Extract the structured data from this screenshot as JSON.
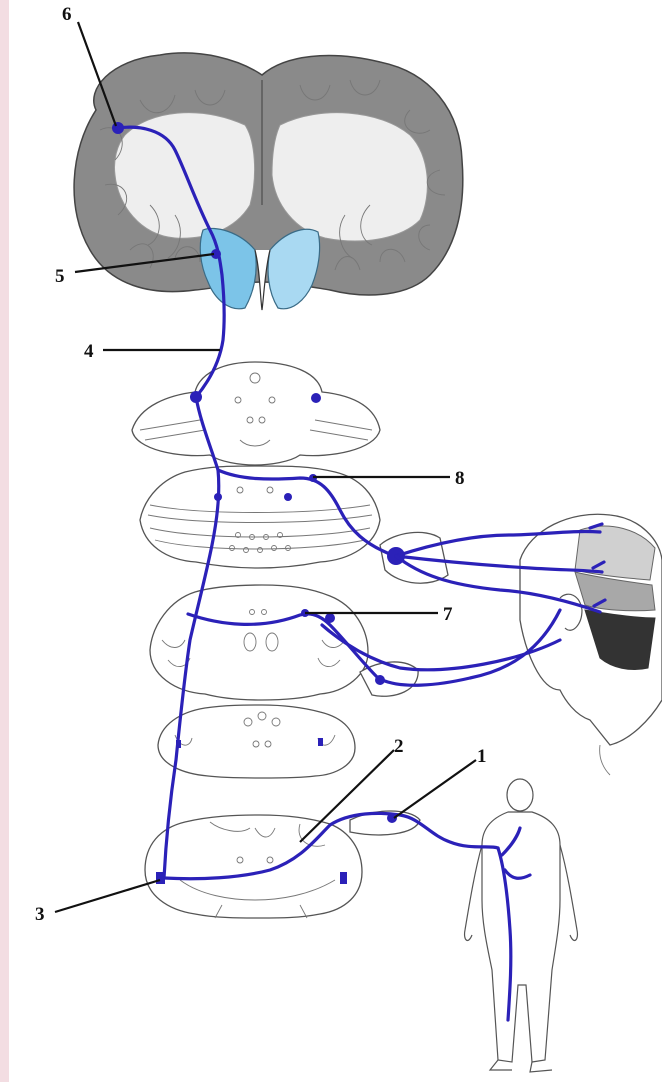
{
  "colors": {
    "pathway": "#2b21b8",
    "thalamus_highlight": "#7cc4e8",
    "cortex_gray": "#7b7b7b",
    "side_strip": "#f3dde2",
    "label_ink": "#111111"
  },
  "labels": {
    "l1": "1",
    "l2": "2",
    "l3": "3",
    "l4": "4",
    "l5": "5",
    "l6": "6",
    "l7": "7",
    "l8": "8"
  }
}
